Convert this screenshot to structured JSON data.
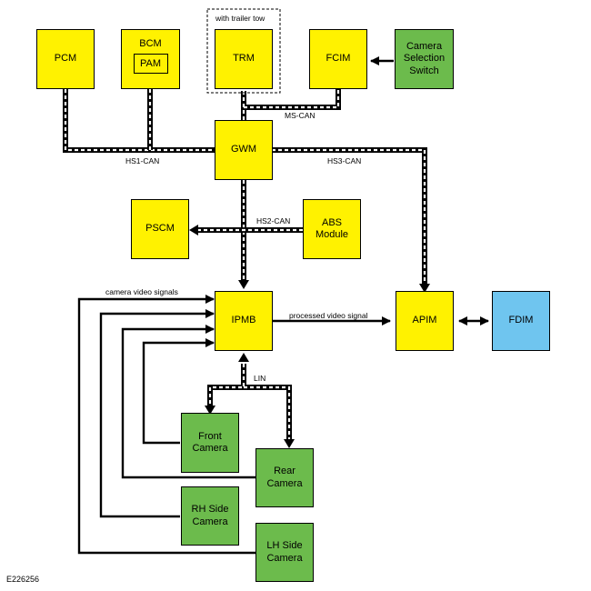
{
  "modules": {
    "pcm": "PCM",
    "bcm": "BCM",
    "pam": "PAM",
    "trm": "TRM",
    "trm_note": "with trailer tow",
    "fcim": "FCIM",
    "camera_switch": "Camera Selection Switch",
    "gwm": "GWM",
    "pscm": "PSCM",
    "abs": "ABS Module",
    "ipmb": "IPMB",
    "apim": "APIM",
    "fdim": "FDIM",
    "front_camera": "Front Camera",
    "rear_camera": "Rear Camera",
    "rh_camera": "RH Side Camera",
    "lh_camera": "LH Side Camera"
  },
  "networks": {
    "ms_can": "MS-CAN",
    "hs1_can": "HS1-CAN",
    "hs3_can": "HS3-CAN",
    "hs2_can": "HS2-CAN",
    "lin": "LIN"
  },
  "signals": {
    "camera_video": "camera video signals",
    "processed_video": "processed video signal"
  },
  "figure_id": "E226256",
  "colors": {
    "module_yellow": "#fff200",
    "camera_green": "#6cbb4c",
    "display_blue": "#6fc5ef",
    "line": "#000000"
  }
}
